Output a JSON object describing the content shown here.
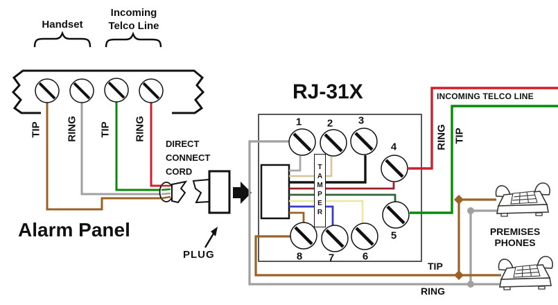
{
  "diagram": {
    "title": "RJ-31X",
    "alarm_panel": {
      "label": "Alarm Panel",
      "handset_group_label": "Handset",
      "telco_group_label": "Incoming\nTelco Line",
      "terminal_labels": [
        "TIP",
        "RING",
        "TIP",
        "RING"
      ]
    },
    "cord": {
      "label": "DIRECT\nCONNECT\nCORD",
      "plug_label": "PLUG"
    },
    "jack": {
      "tamper_label": "TAMPER",
      "terminal_numbers": [
        "1",
        "2",
        "3",
        "4",
        "5",
        "6",
        "7",
        "8"
      ]
    },
    "telco": {
      "line_label": "INCOMING TELCO LINE",
      "ring_label": "RING",
      "tip_label": "TIP"
    },
    "premises": {
      "label": "PREMISES\nPHONES",
      "tip_label": "TIP",
      "ring_label": "RING"
    }
  },
  "wire_colors": {
    "tip_brown": "#9a6227",
    "ring_gray": "#a0a0a0",
    "tip_green": "#078a07",
    "ring_red": "#ce1f2c",
    "jack_gray": "#a8a8a8",
    "jack_tan": "#d9c7a0",
    "jack_black": "#141414",
    "jack_red": "#9b2026",
    "jack_green": "#2f6434",
    "jack_yellow": "#ece79e",
    "jack_blue": "#3a3ac8",
    "jack_brown": "#9a6227"
  }
}
